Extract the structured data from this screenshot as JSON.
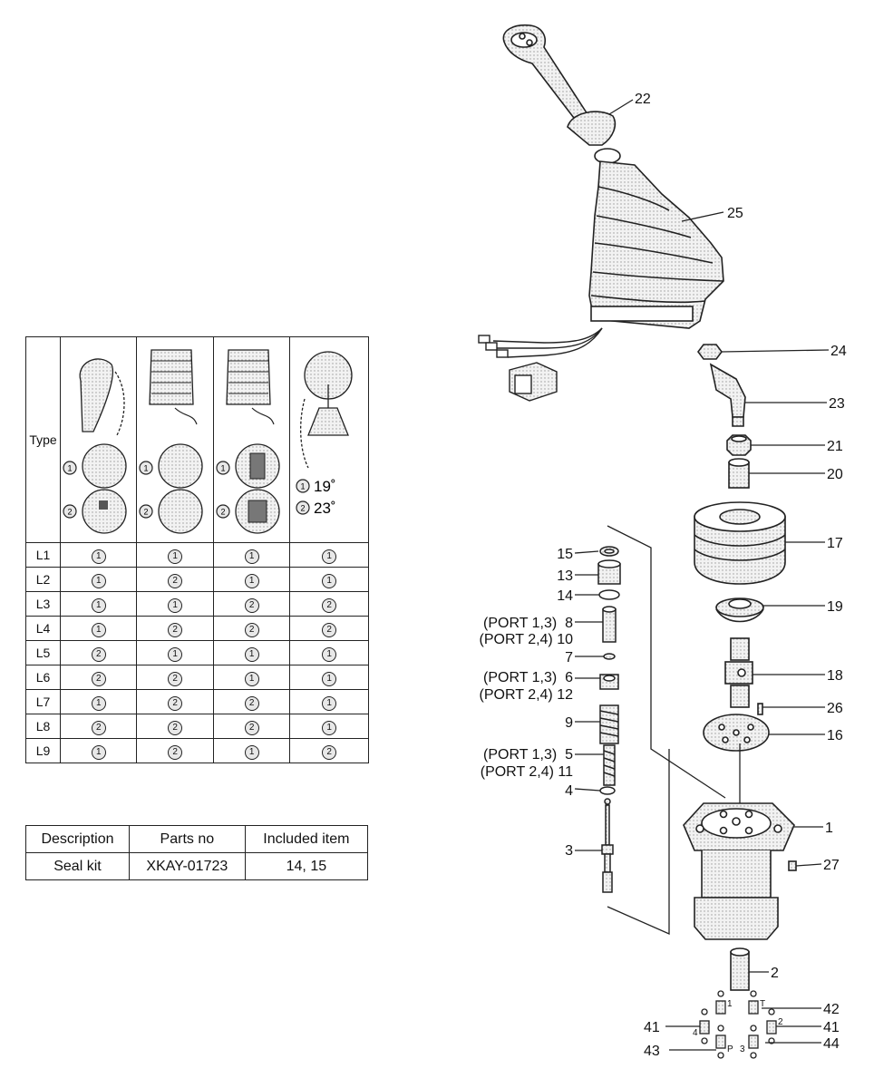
{
  "type_table": {
    "type_label": "Type",
    "angle_options": [
      {
        "num": "1",
        "text": "19˚"
      },
      {
        "num": "2",
        "text": "23˚"
      }
    ],
    "option_marks": [
      "1",
      "2"
    ],
    "rows": [
      {
        "name": "L1",
        "values": [
          "1",
          "1",
          "1",
          "1"
        ]
      },
      {
        "name": "L2",
        "values": [
          "1",
          "2",
          "1",
          "1"
        ]
      },
      {
        "name": "L3",
        "values": [
          "1",
          "1",
          "2",
          "2"
        ]
      },
      {
        "name": "L4",
        "values": [
          "1",
          "2",
          "2",
          "2"
        ]
      },
      {
        "name": "L5",
        "values": [
          "2",
          "1",
          "1",
          "1"
        ]
      },
      {
        "name": "L6",
        "values": [
          "2",
          "2",
          "1",
          "1"
        ]
      },
      {
        "name": "L7",
        "values": [
          "1",
          "2",
          "2",
          "1"
        ]
      },
      {
        "name": "L8",
        "values": [
          "2",
          "2",
          "2",
          "1"
        ]
      },
      {
        "name": "L9",
        "values": [
          "1",
          "2",
          "1",
          "2"
        ]
      }
    ]
  },
  "seal_table": {
    "headers": [
      "Description",
      "Parts no",
      "Included item"
    ],
    "rows": [
      {
        "description": "Seal kit",
        "parts_no": "XKAY-01723",
        "included": "14, 15"
      }
    ]
  },
  "callouts": {
    "p22": "22",
    "p25": "25",
    "p24": "24",
    "p23": "23",
    "p21": "21",
    "p20": "20",
    "p17": "17",
    "p19": "19",
    "p18": "18",
    "p26": "26",
    "p16": "16",
    "p1": "1",
    "p27": "27",
    "p2": "2",
    "p42": "42",
    "p41a": "41",
    "p41b": "41",
    "p43": "43",
    "p44": "44",
    "p15": "15",
    "p13": "13",
    "p14": "14",
    "p8": "(PORT 1,3)  8",
    "p10": "(PORT 2,4) 10",
    "p7": "7",
    "p6": "(PORT 1,3)  6",
    "p12": "(PORT 2,4) 12",
    "p9": "9",
    "p5": "(PORT 1,3)  5",
    "p11": "(PORT 2,4) 11",
    "p4": "4",
    "p3": "3"
  },
  "port_marks": {
    "m1": "1",
    "mT": "T",
    "m2": "2",
    "m4": "4",
    "mP": "P",
    "m3": "3"
  }
}
